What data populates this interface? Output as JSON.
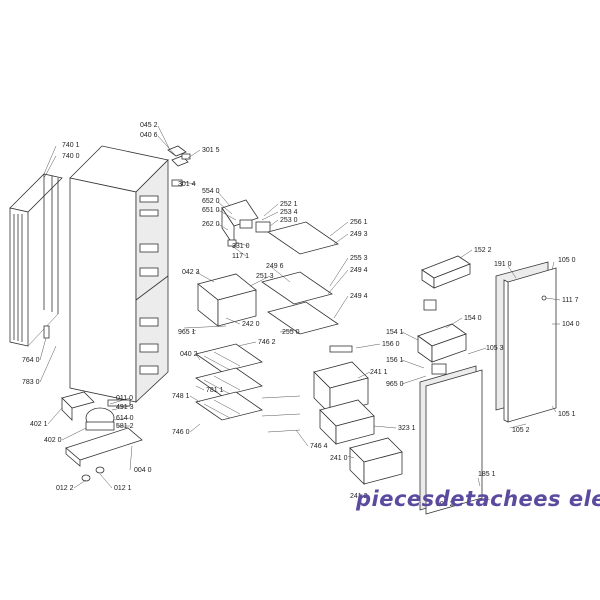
{
  "labels": {
    "l7401": "740 1",
    "l7400": "740 0",
    "l0452": "045 2",
    "l0406": "040 6",
    "l3015": "301 5",
    "l3014": "301 4",
    "l5540": "554 0",
    "l6520": "652 0",
    "l6510": "651 0",
    "l2620": "262 0",
    "l3310": "331 0",
    "l1171": "117 1",
    "l2521": "252 1",
    "l2534": "253 4",
    "l2530": "253 0",
    "l2561": "256 1",
    "l2493": "249 3",
    "l2496": "249 6",
    "l2513": "251 3",
    "l2553": "255 3",
    "l2494a": "249 4",
    "l2494b": "249 4",
    "l0423": "042 3",
    "l2420": "242 0",
    "l2550": "255 0",
    "l9651a": "965 1",
    "l7462": "746 2",
    "l0402": "040 2",
    "l7811": "781 1",
    "l7481": "748 1",
    "l7460": "746 0",
    "l7464": "746 4",
    "l0110": "011 0",
    "l4913": "491 3",
    "l6140": "614 0",
    "l5812": "581 2",
    "l7640": "764 0",
    "l7830": "783 0",
    "l4021": "402 1",
    "l4020": "402 0",
    "l0040": "004 0",
    "l0122": "012 2",
    "l0121": "012 1",
    "l1522": "152 2",
    "l1910": "191 0",
    "l1050": "105 0",
    "l1117": "111 7",
    "l1040": "104 0",
    "l1051a": "105 1",
    "l1052": "105 2",
    "l1541": "154 1",
    "l1540": "154 0",
    "l1560": "156 0",
    "l1561": "156 1",
    "l9650": "965 0",
    "l1053": "105 3",
    "l2411": "241 1",
    "l3231": "323 1",
    "l2410": "241 0",
    "l1851": "185 1",
    "l1052b": "105 2",
    "l2412": "241 2"
  },
  "watermark": "piecesdetachees elec.com",
  "icons": [
    "fridge-cabinet-drawing",
    "door-drawing",
    "drawer-drawing",
    "shelf-drawing",
    "compressor-drawing",
    "condenser-drawing"
  ]
}
